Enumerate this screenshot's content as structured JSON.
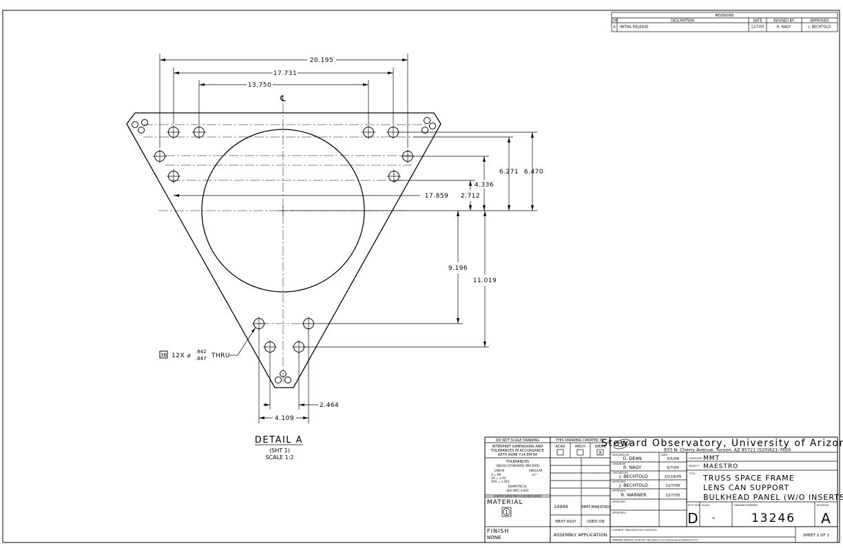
{
  "revisions": {
    "title": "REVISIONS",
    "headers": [
      "LTR",
      "DESCRIPTION",
      "DATE",
      "REVISED BY",
      "APPROVED"
    ],
    "rows": [
      [
        "A",
        "INITIAL RELEASE",
        "12/7/05",
        "R. NAGY",
        "J. BECHTOLD"
      ]
    ]
  },
  "drawing": {
    "centerline_symbol": "℄",
    "dimensions": {
      "d20195": "20.195",
      "d17731": "17.731",
      "d13750": "13.750",
      "d6271": "6.271",
      "d6470": "6.470",
      "d4336": "4.336",
      "d17859": "17.859",
      "d2712": "2.712",
      "d9196": "9.196",
      "d11019": "11.019",
      "d2464": "2.464",
      "d4109": "4.109"
    },
    "hole_callout": {
      "balloon": "3B",
      "prefix": "12X ⌀",
      "upper": ".842",
      "lower": ".847",
      "suffix": "THRU"
    },
    "detail": {
      "title": "DETAIL A",
      "sheet_ref": "(SHT 1)",
      "scale": "SCALE 1:2"
    }
  },
  "title_block": {
    "notes": {
      "do_not_scale": "DO NOT SCALE DRAWING",
      "interpret1": "INTERPRET DIMENSIONS AND",
      "interpret2": "TOLERANCES IN ACCORDANCE",
      "interpret3": "WITH ASME Y14.5M-94",
      "tolerances": "TOLERANCES",
      "unless": "UNLESS OTHERWISE SPECIFIED",
      "linear": "LINEAR",
      "angular": "ANGULAR",
      "tol1": ".X   = NA",
      "tol1a": "±1°",
      "tol2": ".XX  = ±.03",
      "tol3": ".XXX = ±.010",
      "diametrical": "DIAMETRICAL",
      "see_spec": "SEE SPEC S-002",
      "tiny_note": "SUGGESTED SURFACE FINISH ALL MACHINED SURFACES",
      "material_label": "MATERIAL",
      "material_balloon": "1",
      "finish_label": "FINISH",
      "finish_value": "NONE"
    },
    "created_in": {
      "header": "THIS DRAWING CREATED IN:",
      "options": [
        "ACAD",
        "MECH",
        "IDEAS"
      ],
      "checked": "X"
    },
    "assy": {
      "number": "14999",
      "name": "MMT-MAESTRO",
      "next_assy": "NEXT ASSY",
      "used_on": "USED ON",
      "assembly_application": "ASSEMBLY APPLICATION"
    },
    "org": {
      "name": "Steward Observatory, University of Arizona",
      "address": "933 N. Cherry Avenue, Tucson, AZ  85721   (520)621-7659"
    },
    "people": {
      "designed_label": "DESIGNED BY:",
      "designed_by": "D. DEAN",
      "date_label": "DATE:",
      "designed_date": "3/5/04",
      "drawn_label": "DRAWN BY:",
      "drawn_by": "R. NAGY",
      "drawn_date": "9/7/05",
      "checked_label": "CHECKED BY:",
      "checked_by": "J. BECHTOLD",
      "checked_date": "10/19/05",
      "approved1_label": "APPROVED:",
      "approved1_by": "J. BECHTOLD",
      "approved1_date": "12/7/05",
      "approved2_label": "APPROVED:",
      "approved2_by": "R. WARNER",
      "approved2_date": "12/7/05",
      "approved3_label": "APPROVED:",
      "approved4_label": "APPROVED:"
    },
    "category_label": "CATEGORY:",
    "category": "MMT",
    "project_label": "PROJECT:",
    "project": "MAESTRO",
    "title_label": "TITLE:",
    "title_lines": [
      "TRUSS SPACE FRAME",
      "LENS CAN SUPPORT",
      "BULKHEAD PANEL (W/O INSERTS)"
    ],
    "plot_size_label": "PLOT SIZE",
    "plot_size": "D",
    "scale_label": "SCALE:",
    "scale": "-",
    "drawing_number_label": "DRAWING NUMBER:",
    "drawing_number": "13246",
    "revision_label": "REVISION:",
    "revision": "A",
    "current_time_label": "CURRENT TIME/DATE/FILE LOCATION:",
    "archive": "DRAWING ARCHIVE LOCATION: http://devinci.as.arizona.edu/ocad/default.html",
    "sheet": "SHEET 2 OF 2"
  }
}
